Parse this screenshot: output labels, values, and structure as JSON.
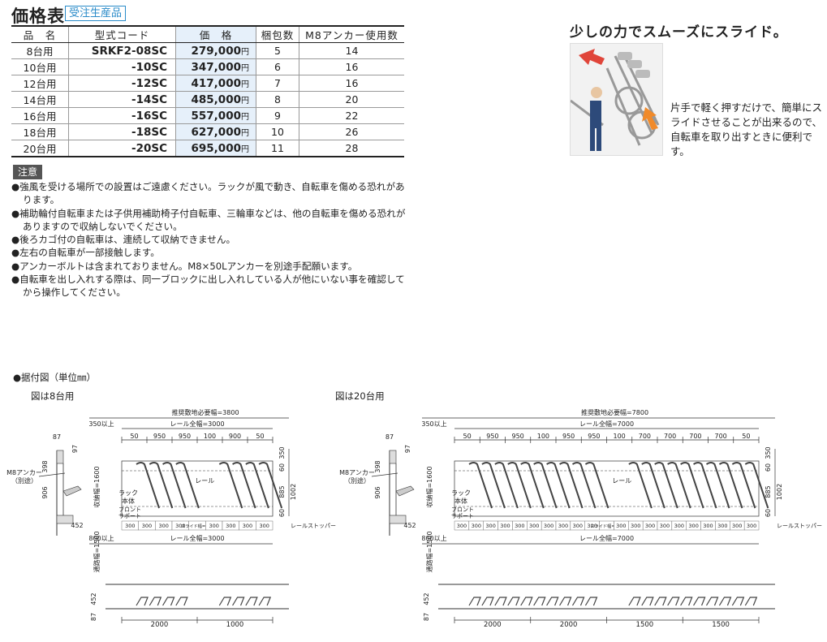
{
  "title": "価格表",
  "badge": "受注生産品",
  "table": {
    "headers": [
      "品　名",
      "型式コード",
      "価　格",
      "梱包数",
      "M8アンカー使用数"
    ],
    "rows": [
      {
        "name": "8台用",
        "model": "SRKF2-08SC",
        "price": "279,000",
        "packages": "5",
        "anchors": "14"
      },
      {
        "name": "10台用",
        "model": "-10SC",
        "price": "347,000",
        "packages": "6",
        "anchors": "16"
      },
      {
        "name": "12台用",
        "model": "-12SC",
        "price": "417,000",
        "packages": "7",
        "anchors": "16"
      },
      {
        "name": "14台用",
        "model": "-14SC",
        "price": "485,000",
        "packages": "8",
        "anchors": "20"
      },
      {
        "name": "16台用",
        "model": "-16SC",
        "price": "557,000",
        "packages": "9",
        "anchors": "22"
      },
      {
        "name": "18台用",
        "model": "-18SC",
        "price": "627,000",
        "packages": "10",
        "anchors": "26"
      },
      {
        "name": "20台用",
        "model": "-20SC",
        "price": "695,000",
        "packages": "11",
        "anchors": "28"
      }
    ],
    "yen": "円"
  },
  "notes": {
    "label": "注意",
    "items": [
      "●強風を受ける場所での設置はご遠慮ください。ラックが風で動き、自転車を傷める恐れがあります。",
      "●補助輪付自転車または子供用補助椅子付自転車、三輪車などは、他の自転車を傷める恐れがありますので収納しないでください。",
      "●後ろカゴ付の自転車は、連続して収納できません。",
      "●左右の自転車が一部接触します。",
      "●アンカーボルトは含まれておりません。M8×50Lアンカーを別途手配願います。",
      "●自転車を出し入れする際は、同一ブロックに出し入れしている人が他にいない事を確認してから操作してください。"
    ]
  },
  "slide": {
    "title": "少しの力でスムーズにスライド。",
    "description": "片手で軽く押すだけで、簡単にスライドさせることが出来るので、自転車を取り出すときに便利です。"
  },
  "drawing": {
    "heading": "●据付図（単位㎜）",
    "caption_8": "図は8台用",
    "caption_20": "図は20台用",
    "d8": {
      "total_width": "推奨敷地必要幅=3800",
      "rail_total": "レール全幅=3000",
      "left_margin": "350以上",
      "bottom_margin": "800以上",
      "top_dims": [
        "50",
        "950",
        "950",
        "100",
        "900",
        "50"
      ],
      "bottom_dims": [
        "300",
        "300",
        "300",
        "300",
        "スライド幅=500",
        "300",
        "300",
        "300",
        "300"
      ],
      "plan_dims": [
        "2000",
        "1000"
      ]
    },
    "d20": {
      "total_width": "推奨敷地必要幅=7800",
      "rail_total": "レール全幅=7000",
      "left_margin": "350以上",
      "bottom_margin": "800以上",
      "top_dims": [
        "50",
        "950",
        "950",
        "100",
        "950",
        "950",
        "100",
        "700",
        "700",
        "700",
        "700",
        "50"
      ],
      "bottom_dims": [
        "300",
        "300",
        "300",
        "300",
        "300",
        "300",
        "300",
        "300",
        "300",
        "300",
        "スライド幅=900",
        "300",
        "300",
        "300",
        "300",
        "300",
        "300",
        "300",
        "300",
        "300",
        "300"
      ],
      "plan_dims": [
        "2000",
        "2000",
        "1500",
        "1500"
      ]
    },
    "labels": {
      "anchor": "M8アンカー",
      "anchor_sub": "（別途）",
      "rail": "レール",
      "rack": "ラック",
      "rack_body": "本体",
      "front": "フロント",
      "support": "サポート",
      "stopper": "レールストッパー",
      "storage_width": "収納幅=1600",
      "aisle_width": "通路幅=1500",
      "d87": "87",
      "d97": "97",
      "d398": "398",
      "d906": "906",
      "d452": "452",
      "d350": "350",
      "d60": "60",
      "d885": "885",
      "d1002": "1002"
    }
  }
}
